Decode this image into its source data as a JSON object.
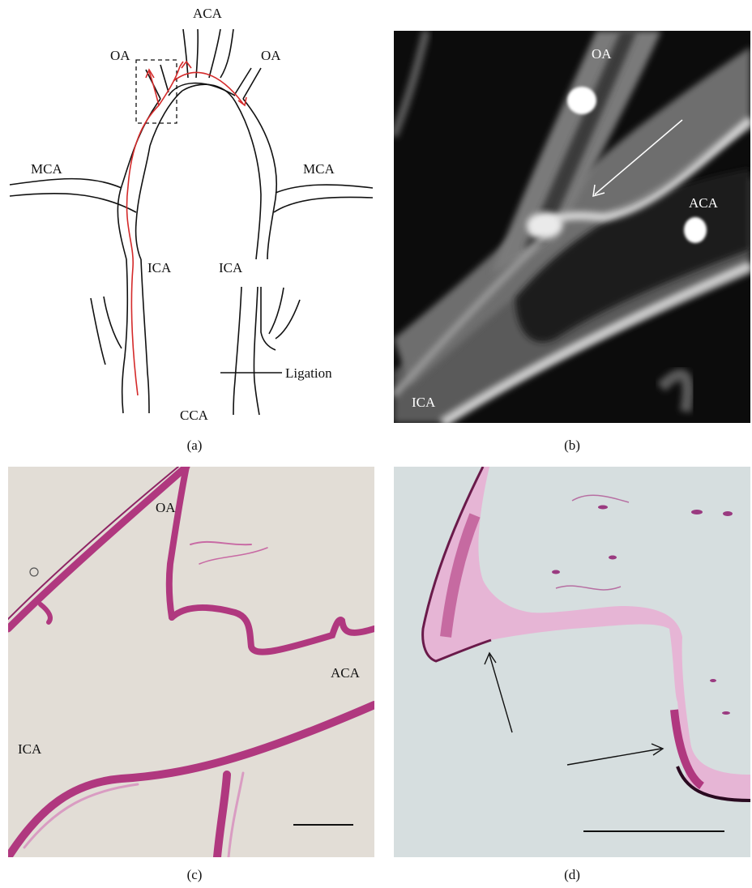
{
  "panel_a": {
    "labels": {
      "aca": "ACA",
      "oa_left": "OA",
      "oa_right": "OA",
      "mca_left": "MCA",
      "mca_right": "MCA",
      "ica_left": "ICA",
      "ica_right": "ICA",
      "ligation": "Ligation",
      "cca": "CCA"
    },
    "caption": "(a)"
  },
  "panel_b": {
    "labels": {
      "oa": "OA",
      "aca": "ACA",
      "ica": "ICA"
    },
    "caption": "(b)"
  },
  "panel_c": {
    "labels": {
      "oa": "OA",
      "aca": "ACA",
      "ica": "ICA"
    },
    "caption": "(c)"
  },
  "panel_d": {
    "caption": "(d)"
  },
  "colors": {
    "flow_arrow": "#d42a2a",
    "tissue_stain": "#b0387f",
    "micro_bg": "#0c0c0c",
    "histology_bg_c": "#e2ddd6",
    "histology_bg_d": "#d6dedf"
  }
}
